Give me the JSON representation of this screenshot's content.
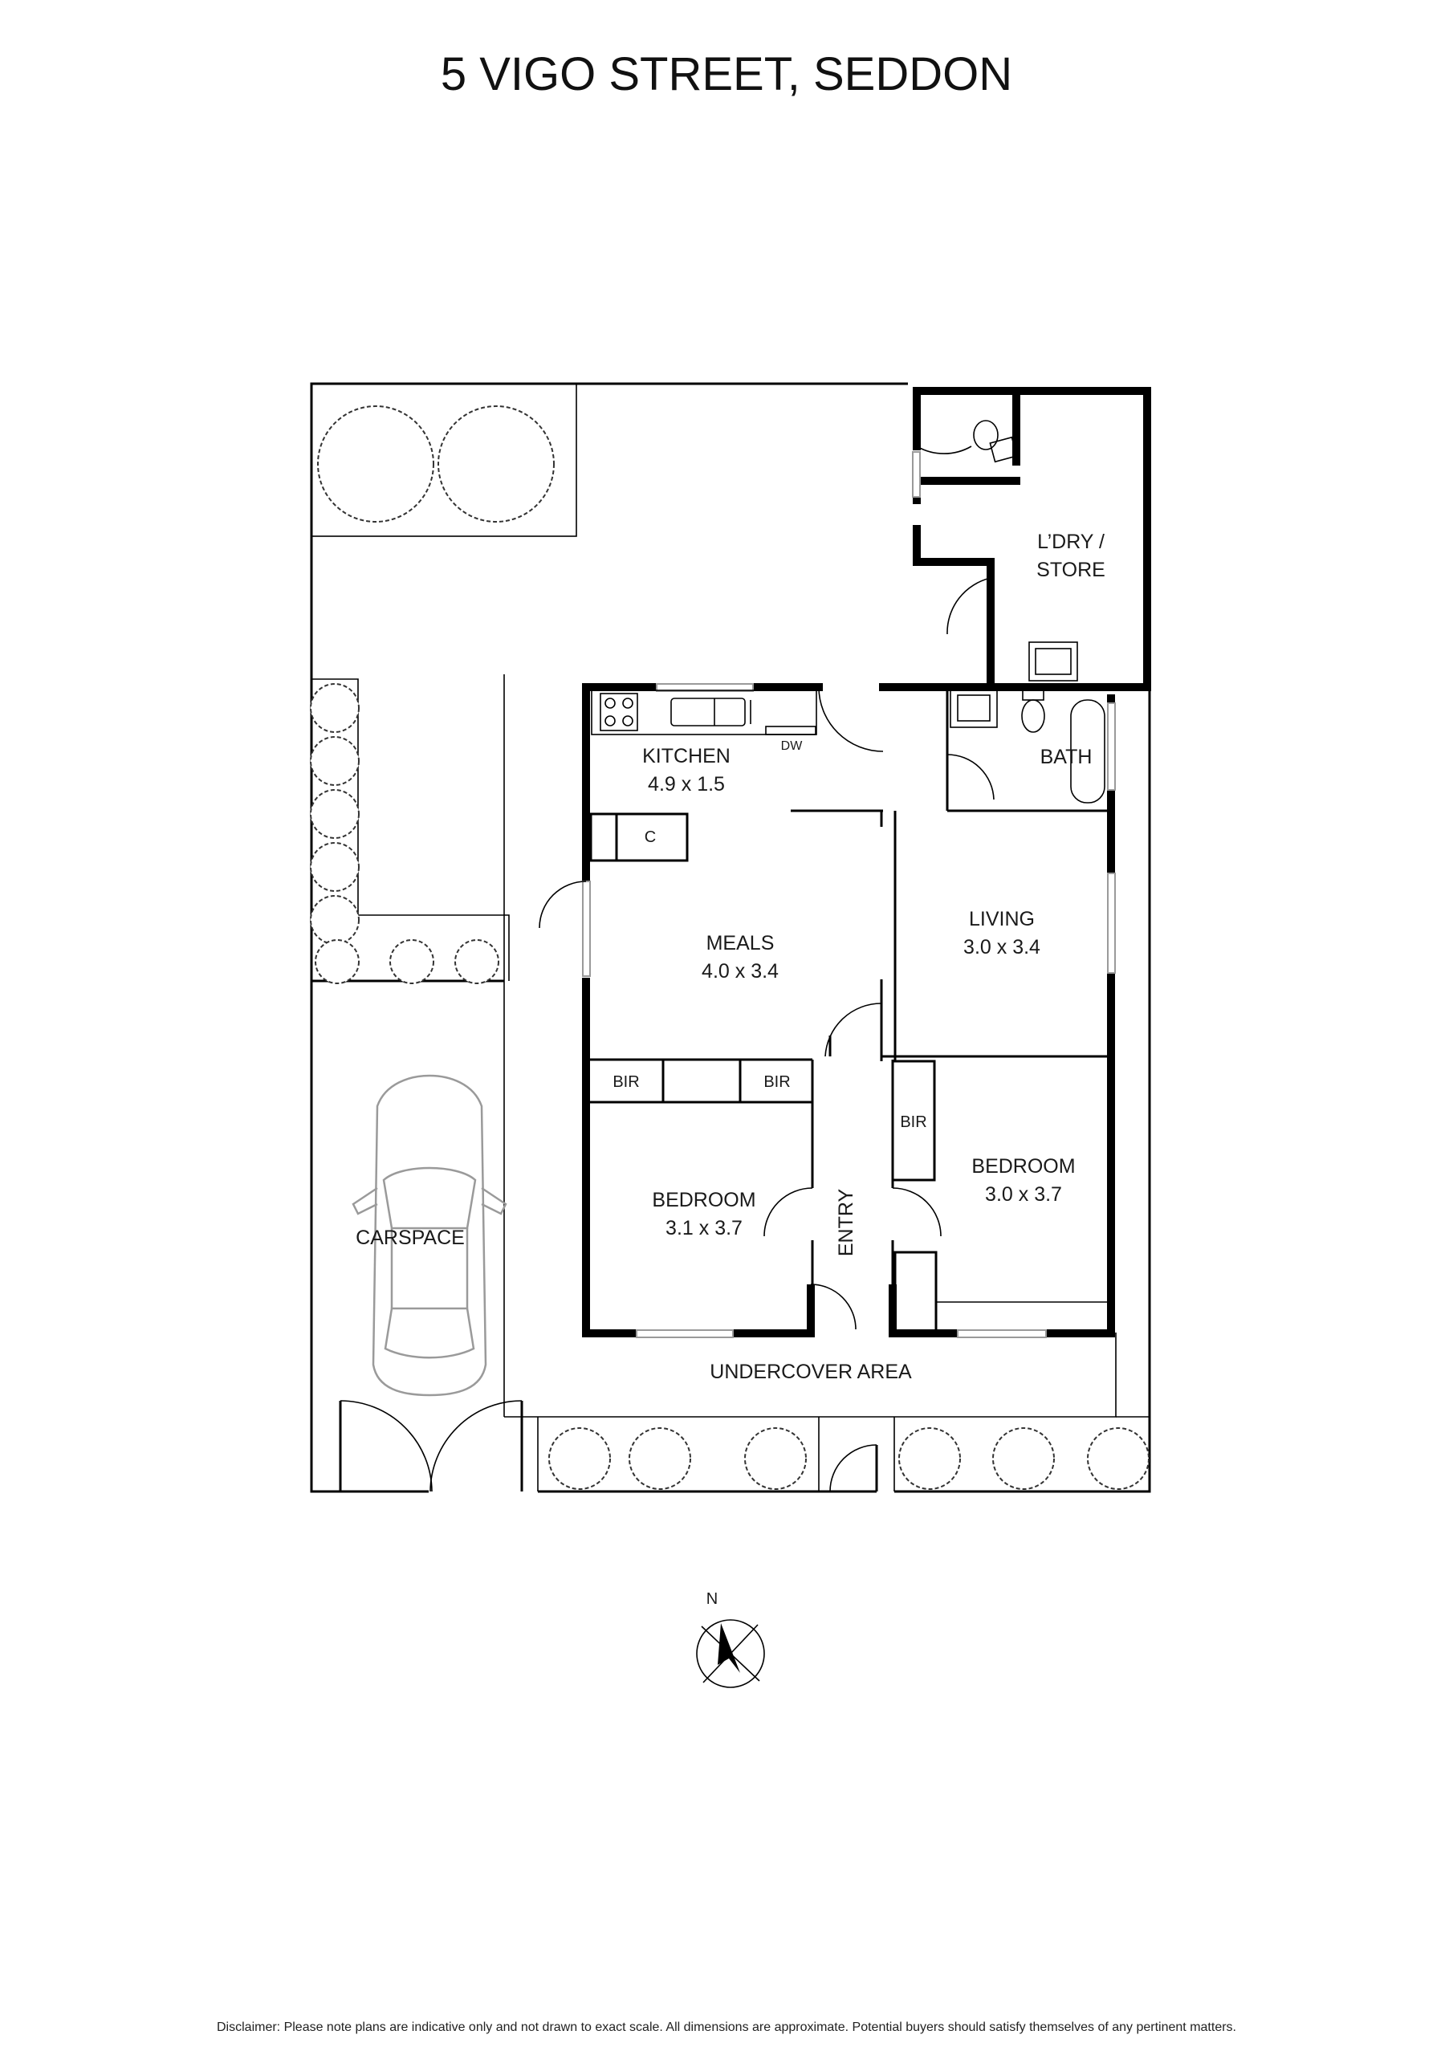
{
  "title": "5 VIGO STREET, SEDDON",
  "rooms": {
    "laundry_line1": "L’DRY /",
    "laundry_line2": "STORE",
    "bath": "BATH",
    "kitchen": "KITCHEN",
    "kitchen_dim": "4.9 x 1.5",
    "dw": "DW",
    "cupboard": "C",
    "meals": "MEALS",
    "meals_dim": "4.0 x 3.4",
    "living": "LIVING",
    "living_dim": "3.0 x 3.4",
    "bir_left": "BIR",
    "bir_middle": "BIR",
    "bir_right": "BIR",
    "bedroom1": "BEDROOM",
    "bedroom1_dim": "3.1 x 3.7",
    "bedroom2": "BEDROOM",
    "bedroom2_dim": "3.0 x 3.7",
    "entry": "ENTRY",
    "carspace": "CARSPACE",
    "undercover": "UNDERCOVER AREA"
  },
  "compass": {
    "north_label": "N"
  },
  "disclaimer": "Disclaimer: Please note plans are indicative only and not drawn to exact scale. All dimensions are approximate. Potential buyers should satisfy themselves of any pertinent matters."
}
